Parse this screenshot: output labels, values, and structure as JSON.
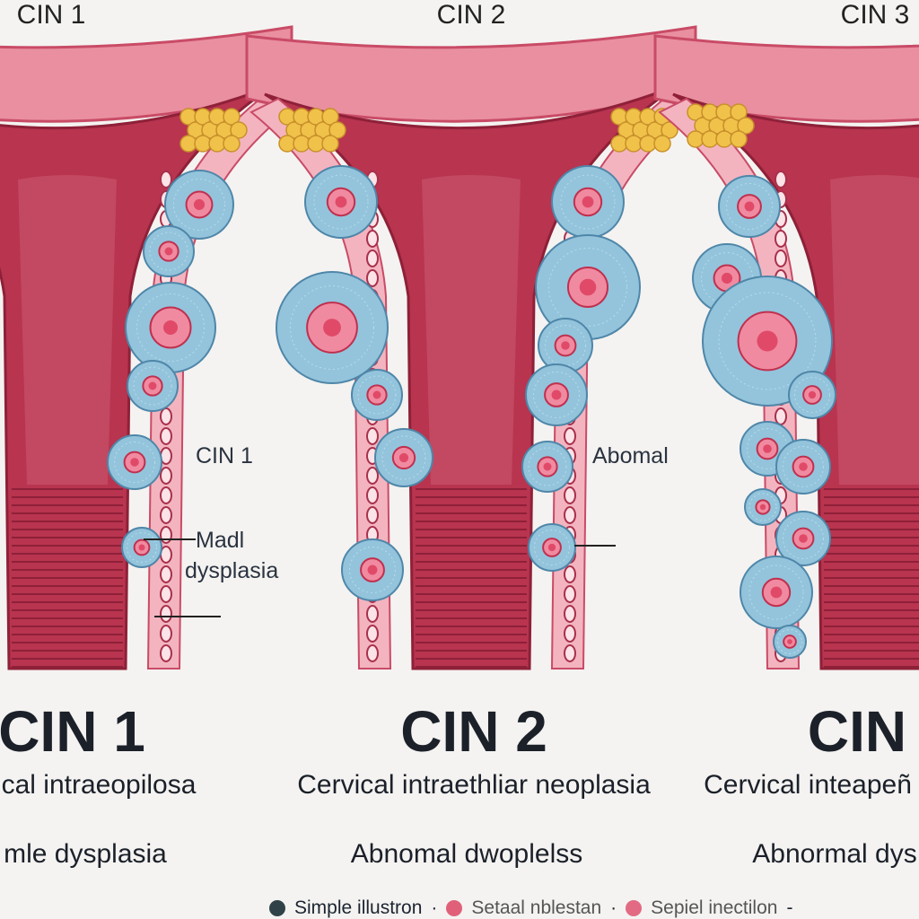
{
  "panels": [
    {
      "top_label": "CIN 1",
      "title": "CIN 1",
      "subtitle": "cal intraeopilosa",
      "description": "mle dysplasia"
    },
    {
      "top_label": "CIN 2",
      "title": "CIN 2",
      "subtitle": "Cervical intraethliar neoplasia",
      "description": "Abnomal dwoplelss"
    },
    {
      "top_label": "CIN 3",
      "title": "CIN",
      "subtitle": "Cervical inteapeñ",
      "description": "Abnormal dys"
    }
  ],
  "annotations": {
    "cin1_label": "CIN 1",
    "mild_line1": "Madl",
    "mild_line2": "dysplasia",
    "abnormal": "Abomal"
  },
  "legend": [
    {
      "label": "Simple illustron",
      "color": "#2f4248"
    },
    {
      "label": "Setaal nblestan",
      "color": "#e0607a"
    },
    {
      "label": "Sepiel inectilon",
      "color": "#e26a82"
    }
  ],
  "colors": {
    "tissue_pink": "#e98fa0",
    "canal_red": "#b8344f",
    "cell_blue": "#93c4dc",
    "nucleus": "#e04a68",
    "fat": "#f0c24a"
  }
}
